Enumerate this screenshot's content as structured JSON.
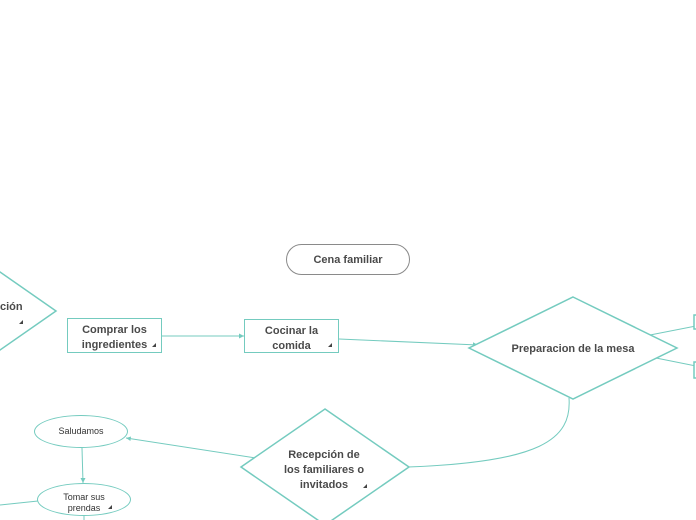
{
  "root": {
    "label": "Cena familiar"
  },
  "nodes": {
    "preparacion_partial": {
      "label": "ción"
    },
    "comprar": {
      "label": "Comprar los ingredientes"
    },
    "cocinar": {
      "label": "Cocinar la comida"
    },
    "preparacion_mesa": {
      "label": "Preparacion de la mesa"
    },
    "recepcion": {
      "line1": "Recepción de",
      "line2": "los familiares o",
      "line3": "invitados"
    },
    "saludamos": {
      "label": "Saludamos"
    },
    "tomar": {
      "label": "Tomar sus prendas"
    }
  },
  "colors": {
    "connector": "#74cbbf",
    "root_border": "#8a8a8a",
    "text": "#4a4a4a"
  }
}
